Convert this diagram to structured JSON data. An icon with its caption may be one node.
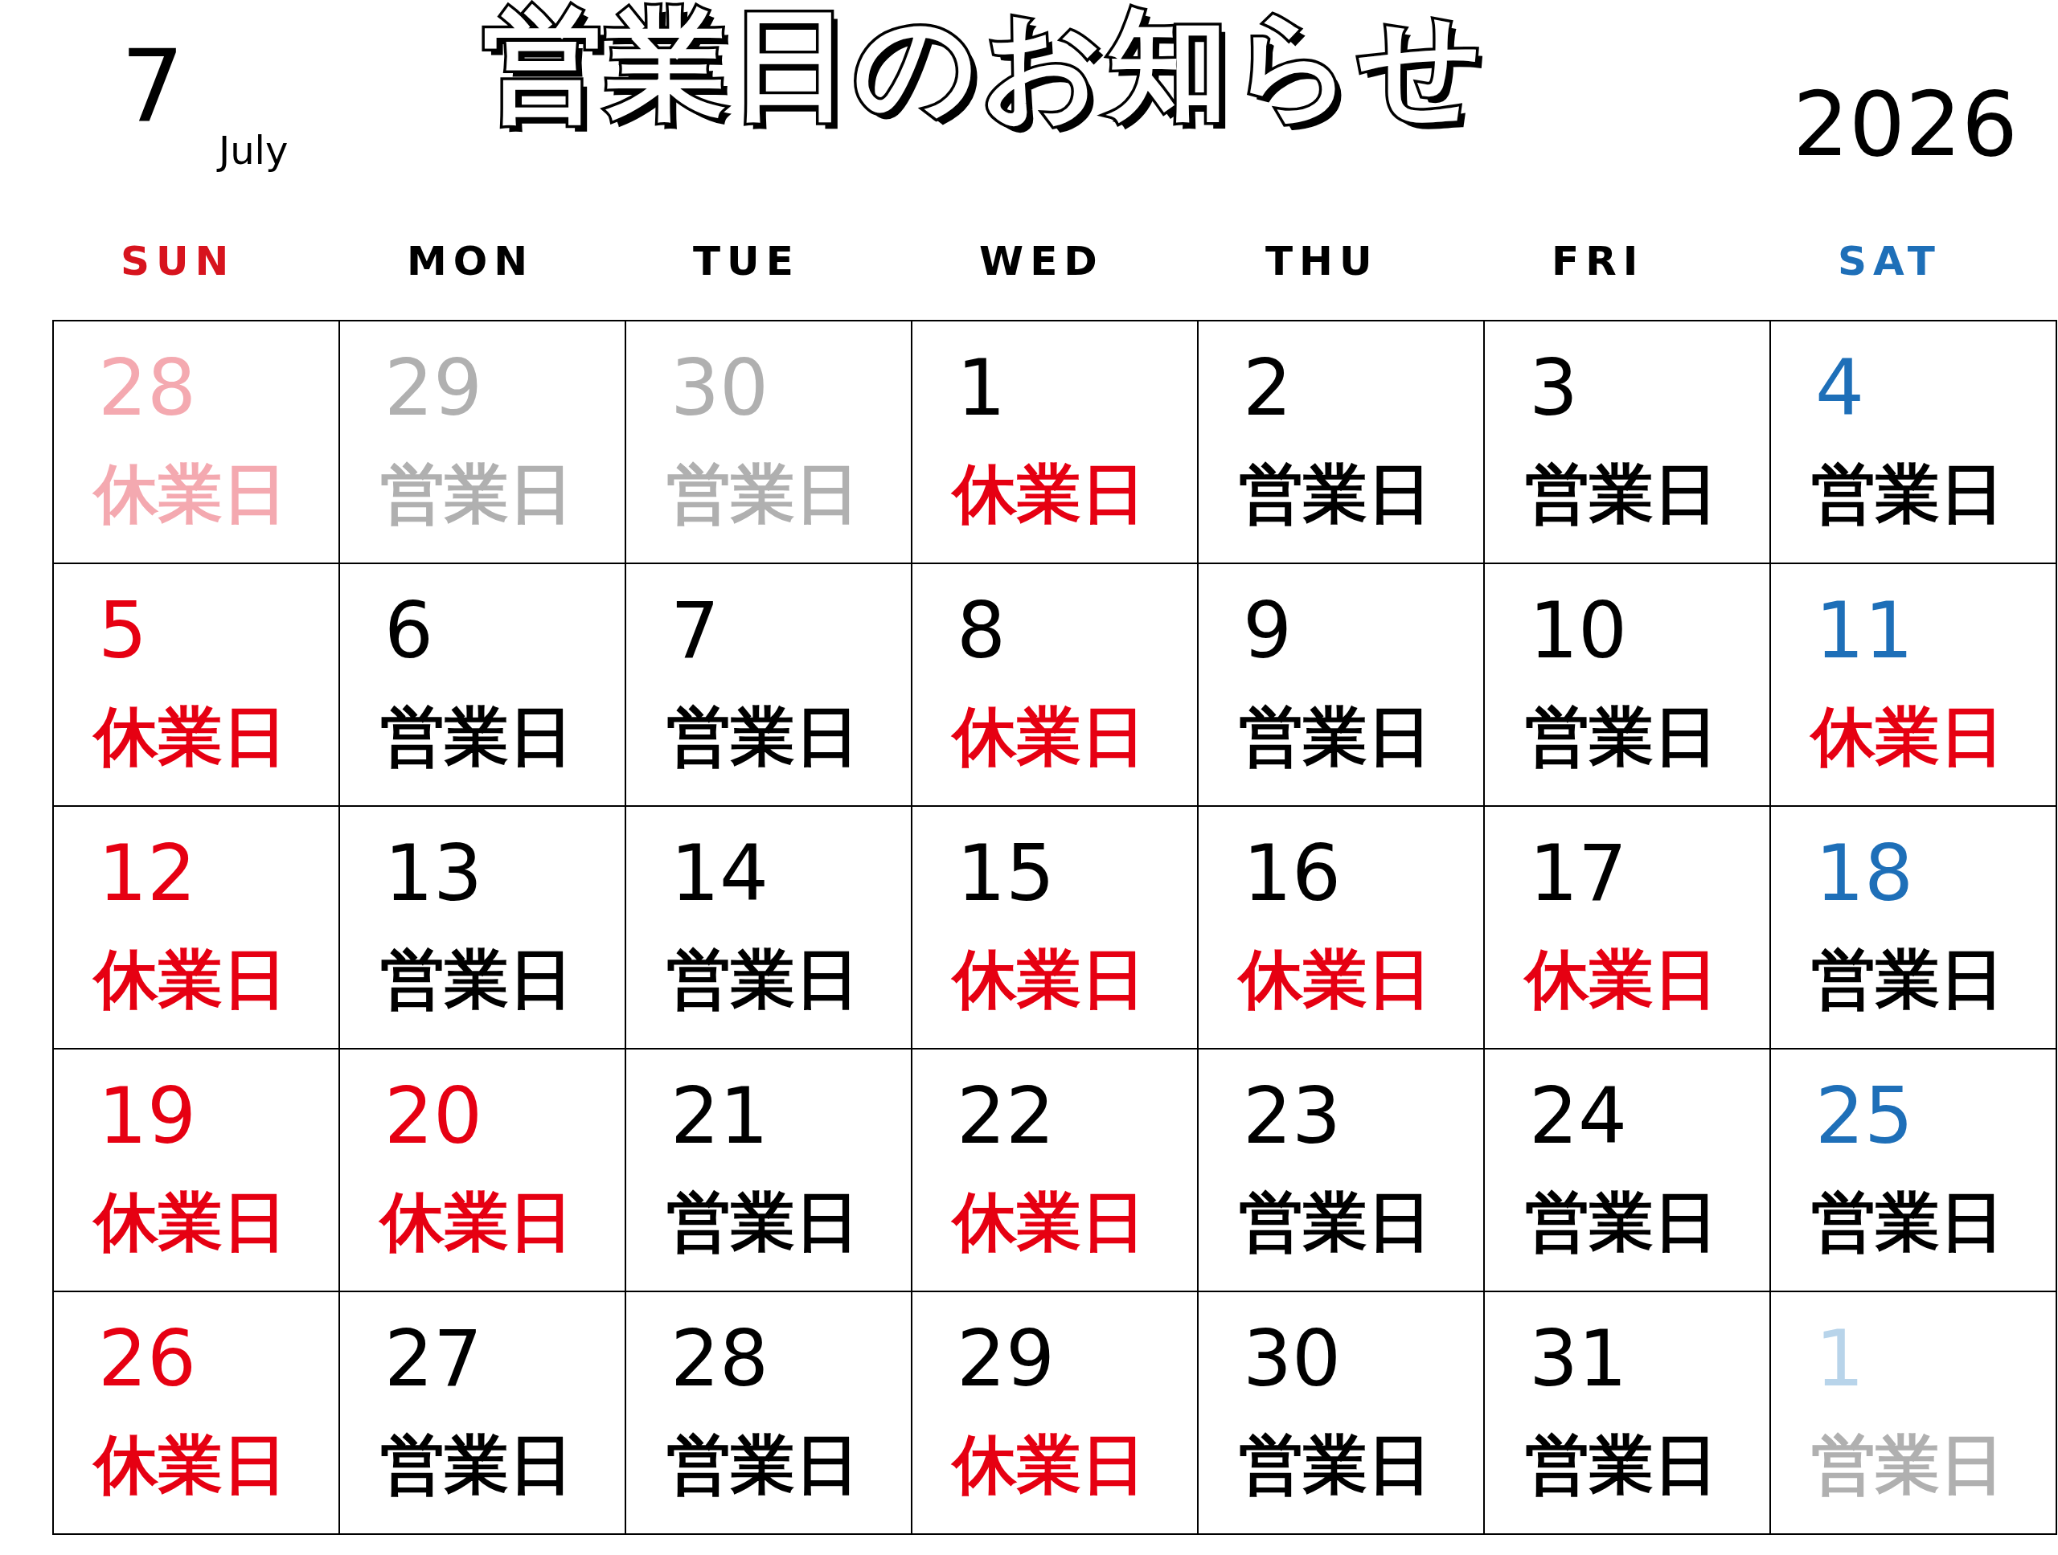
{
  "diagram": {
    "title": "営業日のお知らせ",
    "labels": [
      "7",
      "July",
      "2026",
      "SUN",
      "MON",
      "TUE",
      "WED",
      "THU",
      "FRI",
      "SAT",
      "28",
      "休業日",
      "29",
      "営業日",
      "30",
      "営業日",
      "1",
      "休業日",
      "2",
      "営業日",
      "3",
      "営業日",
      "4",
      "営業日",
      "5",
      "休業日",
      "6",
      "営業日",
      "7",
      "営業日",
      "8",
      "休業日",
      "9",
      "営業日",
      "10",
      "営業日",
      "11",
      "休業日",
      "12",
      "休業日",
      "13",
      "営業日",
      "14",
      "営業日",
      "15",
      "休業日",
      "16",
      "休業日",
      "17",
      "休業日",
      "18",
      "営業日",
      "19",
      "休業日",
      "20",
      "休業日",
      "21",
      "営業日",
      "22",
      "休業日",
      "23",
      "営業日",
      "24",
      "営業日",
      "25",
      "営業日",
      "26",
      "休業日",
      "27",
      "営業日",
      "28",
      "営業日",
      "29",
      "休業日",
      "30",
      "営業日",
      "31",
      "営業日",
      "1",
      "営業日"
    ]
  }
}
